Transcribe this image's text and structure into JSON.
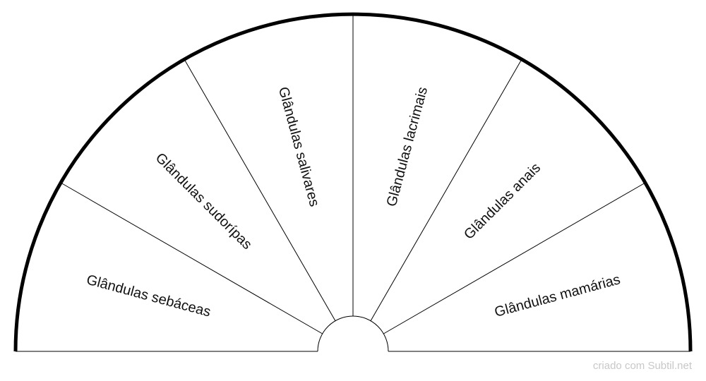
{
  "diagram": {
    "sectors": [
      {
        "label": "Glândulas sebáceas"
      },
      {
        "label": "Glândulas sudoríпas"
      },
      {
        "label": "Glândulas salivares"
      },
      {
        "label": "Glândulas lacrimais"
      },
      {
        "label": "Glândulas anais"
      },
      {
        "label": "Glândulas mamárias"
      }
    ],
    "colors": {
      "outline": "#000000",
      "divider": "#000000",
      "fill": "#ffffff",
      "text": "#111111",
      "credit": "#c8c8c8"
    }
  },
  "footer": {
    "credit": "criado com Subtil.net"
  }
}
